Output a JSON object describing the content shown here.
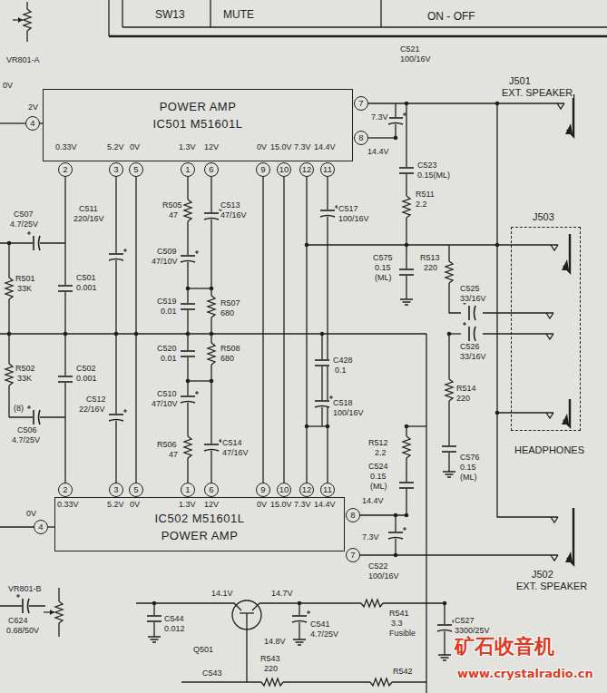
{
  "diagram": {
    "nodes": [
      {
        "text": [
          "POWER AMP",
          "IC501 M51601L"
        ]
      },
      {
        "text": [
          "7"
        ]
      },
      {
        "text": [
          "4"
        ]
      },
      {
        "text": [
          "8"
        ]
      },
      {
        "text": [
          "2"
        ]
      },
      {
        "text": [
          "3"
        ]
      },
      {
        "text": [
          "5"
        ]
      },
      {
        "text": [
          "1"
        ]
      },
      {
        "text": [
          "6"
        ]
      },
      {
        "text": [
          "9"
        ]
      },
      {
        "text": [
          "10"
        ]
      },
      {
        "text": [
          "12"
        ]
      },
      {
        "text": [
          "11"
        ]
      },
      {
        "text": [
          "J503",
          "HEADPHONES"
        ]
      },
      {
        "text": [
          "IC502 M51601L",
          "POWER AMP"
        ]
      },
      {
        "text": [
          "2"
        ]
      },
      {
        "text": [
          "3"
        ]
      },
      {
        "text": [
          "5"
        ]
      },
      {
        "text": [
          "1"
        ]
      },
      {
        "text": [
          "6"
        ]
      },
      {
        "text": [
          "9"
        ]
      },
      {
        "text": [
          "10"
        ]
      },
      {
        "text": [
          "12"
        ]
      },
      {
        "text": [
          "11"
        ]
      },
      {
        "text": [
          "8"
        ]
      },
      {
        "text": [
          "4"
        ]
      },
      {
        "text": [
          "7"
        ]
      }
    ],
    "edges": [
      {
        "from": 4,
        "to": 15,
        "arrow": "none"
      },
      {
        "from": 5,
        "to": 16,
        "arrow": "none"
      },
      {
        "from": 6,
        "to": 17,
        "arrow": "none"
      },
      {
        "from": 9,
        "to": 20,
        "arrow": "none"
      },
      {
        "from": 10,
        "to": 21,
        "arrow": "none"
      },
      {
        "from": 11,
        "to": 22,
        "arrow": "none"
      },
      {
        "from": 12,
        "to": 23,
        "arrow": "none"
      }
    ],
    "labels": [
      "SW13",
      "MUTE",
      "ON - OFF",
      "VR801-A",
      "0V",
      "2V",
      "7.3V",
      "14.4V",
      "C521",
      "100/16V",
      "J501",
      "EXT. SPEAKER",
      "0.33V",
      "5.2V",
      "0V",
      "1.3V",
      "12V",
      "0V",
      "15.0V",
      "7.3V",
      "14.4V",
      "C507",
      "4.7/25V",
      "C511",
      "220/16V",
      "R505",
      "47",
      "C513",
      "47/16V",
      "C509",
      "47/10V",
      "R501",
      "33K",
      "C501",
      "0.001",
      "C519",
      "0.01",
      "R507",
      "680",
      "C517",
      "100/16V",
      "C523",
      "0.15(ML)",
      "R511",
      "2.2",
      "C575",
      "0.15",
      "(ML)",
      "R513",
      "220",
      "C525",
      "33/16V",
      "C428",
      "0.1",
      "C520",
      "0.01",
      "R508",
      "680",
      "C526",
      "33/16V",
      "R502",
      "33K",
      "C502",
      "0.001",
      "C512",
      "22/16V",
      "C518",
      "100/16V",
      "R514",
      "220",
      "(8)",
      "C506",
      "4.7/25V",
      "C510",
      "47/10V",
      "R506",
      "47",
      "C514",
      "47/16V",
      "R512",
      "2.2",
      "C524",
      "0.15",
      "(ML)",
      "C576",
      "0.15",
      "(ML)",
      "0.33V",
      "5.2V",
      "0V",
      "1.3V",
      "12V",
      "0V",
      "15.0V",
      "7.3V",
      "14.4V",
      "0V",
      "14.4V",
      "7.3V",
      "C522",
      "100/16V",
      "J502",
      "EXT. SPEAKER",
      "VR801-B",
      "14.1V",
      "14.7V",
      "C544",
      "0.012",
      "C624",
      "0.68/50V",
      "Q501",
      "14.8V",
      "C541",
      "4.7/25V",
      "R541",
      "3.3",
      "Fusible",
      "R543",
      "220",
      "C527",
      "3300/25V",
      "R542",
      "C543",
      "矿石收音机",
      "www.crystalradio.cn"
    ]
  }
}
